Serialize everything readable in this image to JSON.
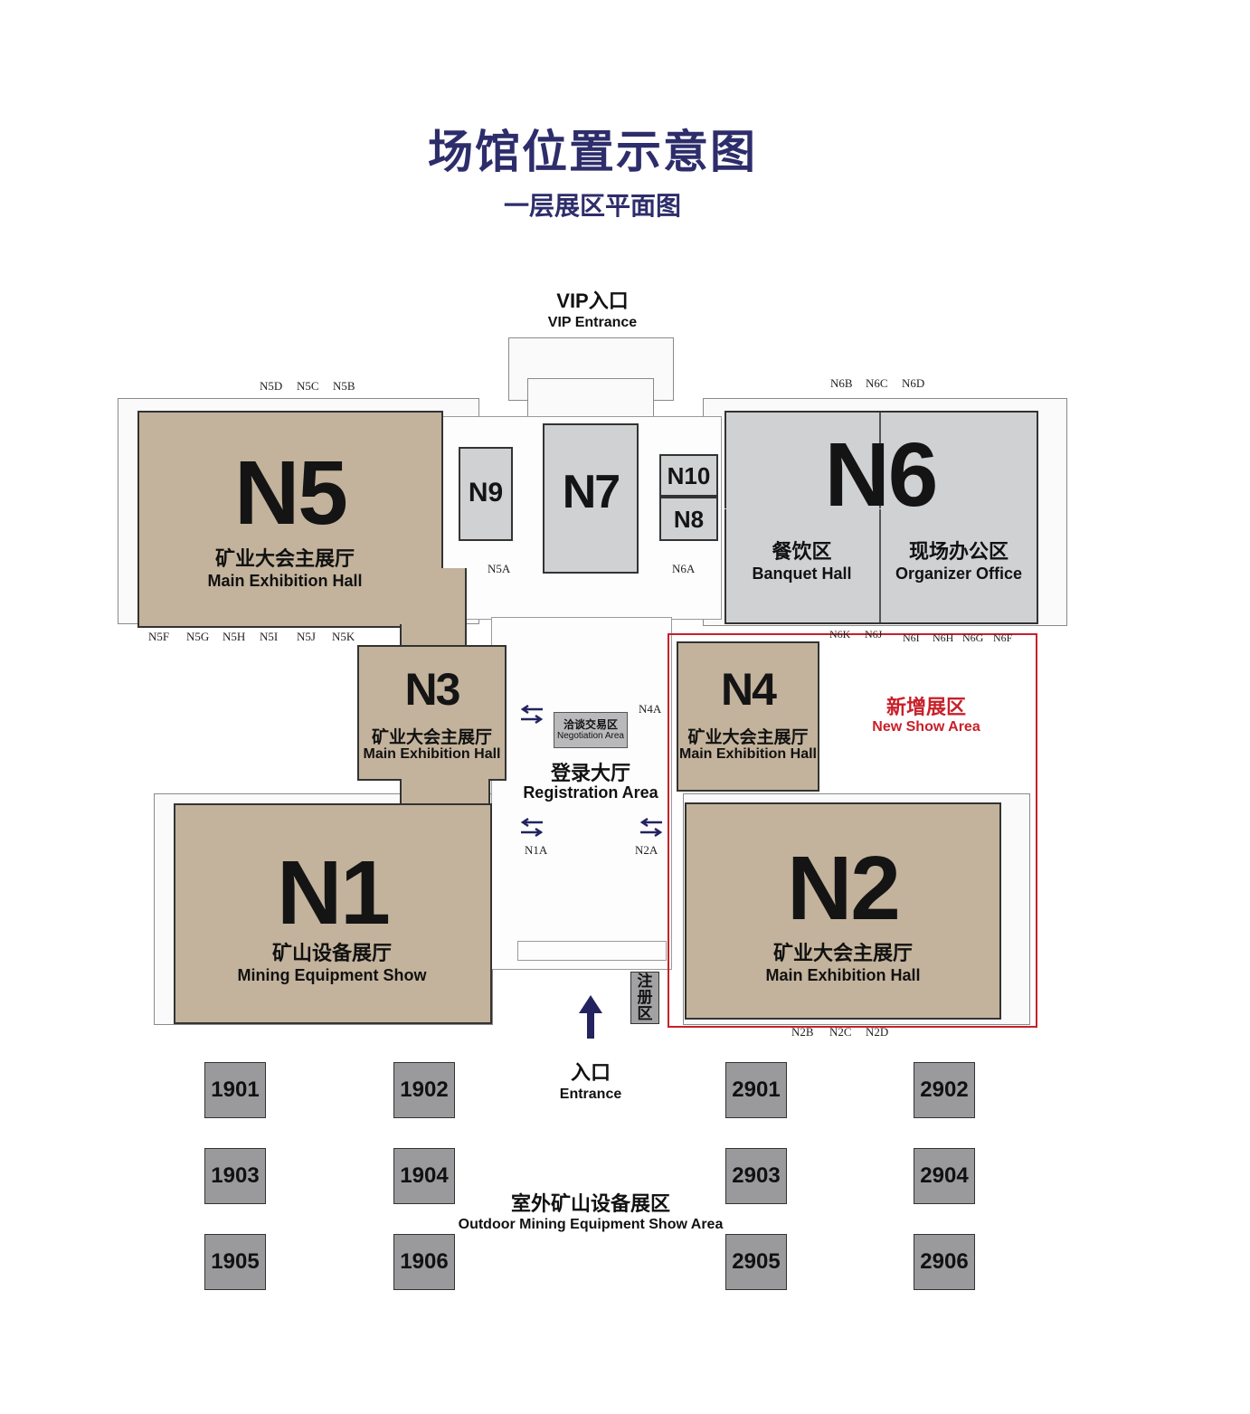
{
  "header": {
    "title": "场馆位置示意图",
    "subtitle": "一层展区平面图"
  },
  "vip_entrance": {
    "zh": "VIP入口",
    "en": "VIP Entrance"
  },
  "main_entrance": {
    "zh": "入口",
    "en": "Entrance"
  },
  "registration_booth": "注册区",
  "halls": {
    "n5": {
      "id": "N5",
      "zh": "矿业大会主展厅",
      "en": "Main Exhibition Hall"
    },
    "n3": {
      "id": "N3",
      "zh": "矿业大会主展厅",
      "en": "Main Exhibition Hall"
    },
    "n1": {
      "id": "N1",
      "zh": "矿山设备展厅",
      "en": "Mining Equipment Show"
    },
    "n9": {
      "id": "N9"
    },
    "n7": {
      "id": "N7"
    },
    "n10": {
      "id": "N10"
    },
    "n8": {
      "id": "N8"
    },
    "n6": {
      "id": "N6",
      "left_zh": "餐饮区",
      "left_en": "Banquet Hall",
      "right_zh": "现场办公区",
      "right_en": "Organizer Office"
    },
    "n4": {
      "id": "N4",
      "zh": "矿业大会主展厅",
      "en": "Main Exhibition Hall"
    },
    "n2": {
      "id": "N2",
      "zh": "矿业大会主展厅",
      "en": "Main Exhibition Hall"
    }
  },
  "negotiation": {
    "zh": "洽谈交易区",
    "en": "Negotiation Area"
  },
  "registration": {
    "zh": "登录大厅",
    "en": "Registration Area"
  },
  "new_show_area": {
    "zh": "新增展区",
    "en": "New Show Area",
    "color": "#c8202a"
  },
  "gates": {
    "n5d": "N5D",
    "n5c": "N5C",
    "n5b": "N5B",
    "n6b": "N6B",
    "n6c": "N6C",
    "n6d": "N6D",
    "n5f": "N5F",
    "n5g": "N5G",
    "n5h": "N5H",
    "n5i": "N5I",
    "n5j": "N5J",
    "n5k": "N5K",
    "n5a": "N5A",
    "n6a": "N6A",
    "n4a": "N4A",
    "n1a": "N1A",
    "n2a": "N2A",
    "n6k": "N6K",
    "n6j": "N6J",
    "n6i": "N6I",
    "n6h": "N6H",
    "n6g": "N6G",
    "n6f": "N6F",
    "n2b": "N2B",
    "n2c": "N2C",
    "n2d": "N2D"
  },
  "outdoor": {
    "zh": "室外矿山设备展区",
    "en": "Outdoor Mining Equipment Show Area",
    "booths": [
      "1901",
      "1902",
      "1903",
      "1904",
      "1905",
      "1906",
      "2901",
      "2902",
      "2903",
      "2904",
      "2905",
      "2906"
    ]
  },
  "colors": {
    "title": "#2e2d6b",
    "hall_tan": "#c3b39c",
    "hall_gray": "#d0d1d3",
    "booth_gray": "#9a9a9c",
    "arrow": "#22235f"
  }
}
